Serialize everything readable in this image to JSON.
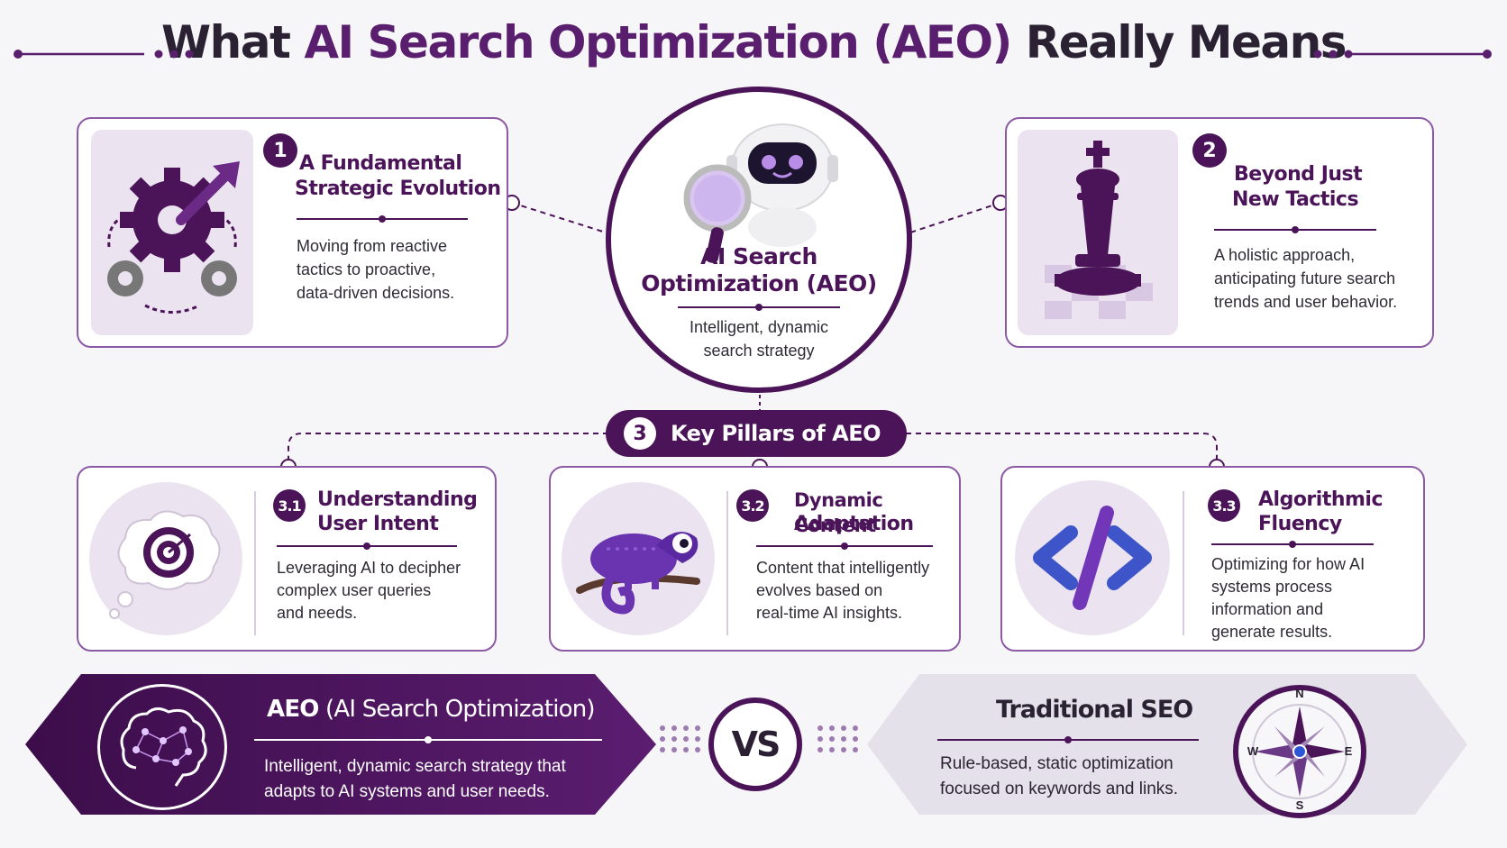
{
  "header": {
    "title_plain_1": "What ",
    "title_highlight": "AI Search Optimization (AEO)",
    "title_plain_2": " Really Means"
  },
  "center": {
    "title_line1": "AI Search",
    "title_line2": "Optimization (AEO)",
    "desc_line1": "Intelligent, dynamic",
    "desc_line2": "search strategy"
  },
  "card1": {
    "number": "1",
    "title_line1": "A Fundamental",
    "title_line2": "Strategic Evolution",
    "desc_line1": "Moving from reactive",
    "desc_line2": "tactics to proactive,",
    "desc_line3": "data-driven decisions."
  },
  "card2": {
    "number": "2",
    "title_line1": "Beyond Just",
    "title_line2": "New Tactics",
    "desc_line1": "A holistic approach,",
    "desc_line2": "anticipating future search",
    "desc_line3": "trends and user behavior."
  },
  "pillars": {
    "number": "3",
    "label": "Key Pillars of AEO",
    "items": [
      {
        "number": "3.1",
        "title_line1": "Understanding",
        "title_line2": "User Intent",
        "desc": [
          "Leveraging AI to decipher",
          "complex user queries",
          "and needs."
        ],
        "icon": "thought-bubble-target-icon"
      },
      {
        "number": "3.2",
        "title_line1": "Dynamic Content",
        "title_line2": "Adaptation",
        "desc": [
          "Content that intelligently",
          "evolves based on",
          "real-time AI insights."
        ],
        "icon": "chameleon-icon"
      },
      {
        "number": "3.3",
        "title_line1": "Algorithmic",
        "title_line2": "Fluency",
        "desc": [
          "Optimizing for how AI",
          "systems process",
          "information and",
          "generate results."
        ],
        "icon": "code-brackets-icon"
      }
    ]
  },
  "comparison": {
    "left_title_bold": "AEO",
    "left_title_rest": " (AI Search Optimization)",
    "left_desc_line1": "Intelligent, dynamic search strategy that",
    "left_desc_line2": "adapts to AI systems and user needs.",
    "vs": "VS",
    "right_title": "Traditional SEO",
    "right_desc_line1": "Rule-based, static optimization",
    "right_desc_line2": "focused on keywords and links.",
    "compass": {
      "n": "N",
      "s": "S",
      "e": "E",
      "w": "W"
    }
  },
  "colors": {
    "primary": "#4b1458",
    "accent": "#7b3fa0",
    "light": "#ece3f1",
    "border": "#8c5aa4"
  }
}
